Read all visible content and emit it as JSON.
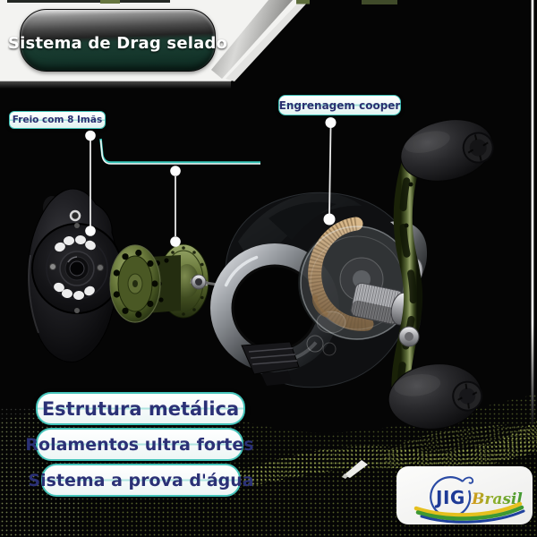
{
  "badge": {
    "label": "Sistema de Drag selado"
  },
  "callouts": {
    "brake": {
      "label": "Freio com 8 Imãs"
    },
    "gear": {
      "label": "Engrenagem cooper"
    }
  },
  "features": {
    "items": [
      {
        "label": "Estrutura metálica"
      },
      {
        "label": "Rolamentos ultra fortes"
      },
      {
        "label": "Sistema a prova d'água"
      }
    ]
  },
  "logo": {
    "brand": "JIG",
    "suffix": "Brasil"
  },
  "colors": {
    "teal_border": "#45c4ba",
    "navy_text": "#2b3176",
    "badge_green": "#16382d",
    "reel_olive": "#5c6b38",
    "copper_gear": "#b29067",
    "logo_blue": "#1e3a96",
    "logo_green": "#3e9833",
    "logo_yellow": "#e0a81e",
    "background": "#050505"
  }
}
